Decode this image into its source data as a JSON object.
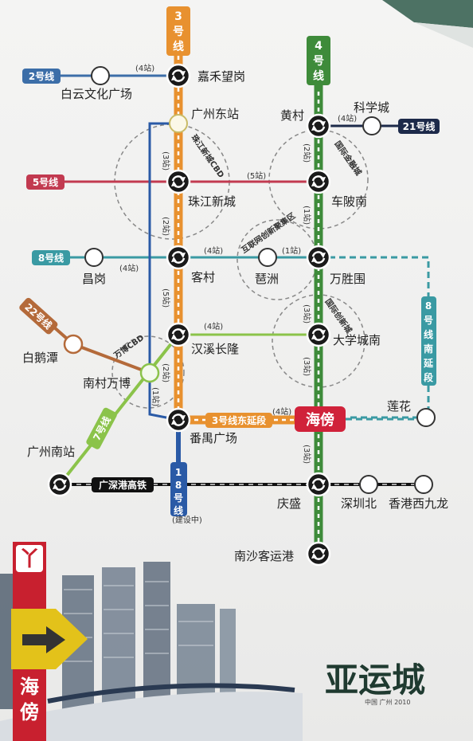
{
  "lines": {
    "l3": {
      "badge": "3号线",
      "color": "#e8912f"
    },
    "l4": {
      "badge": "4号线",
      "color": "#3e8b3a"
    },
    "l2": {
      "badge": "2号线",
      "color": "#3c6ea8"
    },
    "l21": {
      "badge": "21号线",
      "color": "#1d2a4a"
    },
    "l5": {
      "badge": "5号线",
      "color": "#c23a50"
    },
    "l8": {
      "badge": "8号线",
      "color": "#3a9aa3"
    },
    "l8s": {
      "badge": "8号线南延段",
      "color": "#3a9aa3"
    },
    "l22": {
      "badge": "22号线",
      "color": "#b46a3a"
    },
    "l7": {
      "badge": "7号线",
      "color": "#8bc34a"
    },
    "l18": {
      "badge": "18号线",
      "color": "#2a5aa6"
    },
    "l3e": {
      "badge": "3号线东延段",
      "color": "#e8912f"
    },
    "hsr": {
      "badge": "广深港高铁",
      "color": "#111111"
    }
  },
  "stations": {
    "jiahe": "嘉禾望岗",
    "baiyun": "白云文化广场",
    "guangzhoudong": "广州东站",
    "huangcun": "黄村",
    "kexuecheng": "科学城",
    "zhujiang": "珠江新城",
    "chepi": "车陂南",
    "kecun": "客村",
    "changgang": "昌岗",
    "pazhou": "琶洲",
    "wanshengwei": "万胜围",
    "baietan": "白鹅潭",
    "hanxi": "汉溪长隆",
    "daxuecheng": "大学城南",
    "nancun": "南村万博",
    "panyu": "番禺广场",
    "haibang": "海傍",
    "lianhua": "莲花",
    "guangzhounan": "广州南站",
    "qingsheng": "庆盛",
    "shenzhenbei": "深圳北",
    "hongkong": "香港西九龙",
    "nansha": "南沙客运港"
  },
  "zones": {
    "cbd_zhujiang": "珠江新城CBD",
    "finance": "国际金融城",
    "innovation": "互联网创新聚集区",
    "newcity": "国际创新城",
    "cbd_wanbo": "万博CBD"
  },
  "segments": {
    "jiahe_baiyun": "(4站)",
    "l3_a": "(3站)",
    "l3_b": "(2站)",
    "l3_c": "(5站)",
    "l3_d": "(2站)",
    "l5": "(5站)",
    "l8_a": "(4站)",
    "l8_b": "(4站)",
    "l8_c": "(1站)",
    "l4_a": "(2站)",
    "l4_b": "(1站)",
    "l4_c": "(3站)",
    "l4_d": "(3站)",
    "l4_e": "(3站)",
    "huang_ke": "(4站)",
    "hanxi_dx": "(4站)",
    "l3e": "(4站)",
    "l18": "(1站)",
    "l18_note": "(建设中)"
  },
  "brand": {
    "logo_char": "丫",
    "side_text": "海傍",
    "title": "亚运城",
    "subtitle": "中国 广州 2010"
  }
}
